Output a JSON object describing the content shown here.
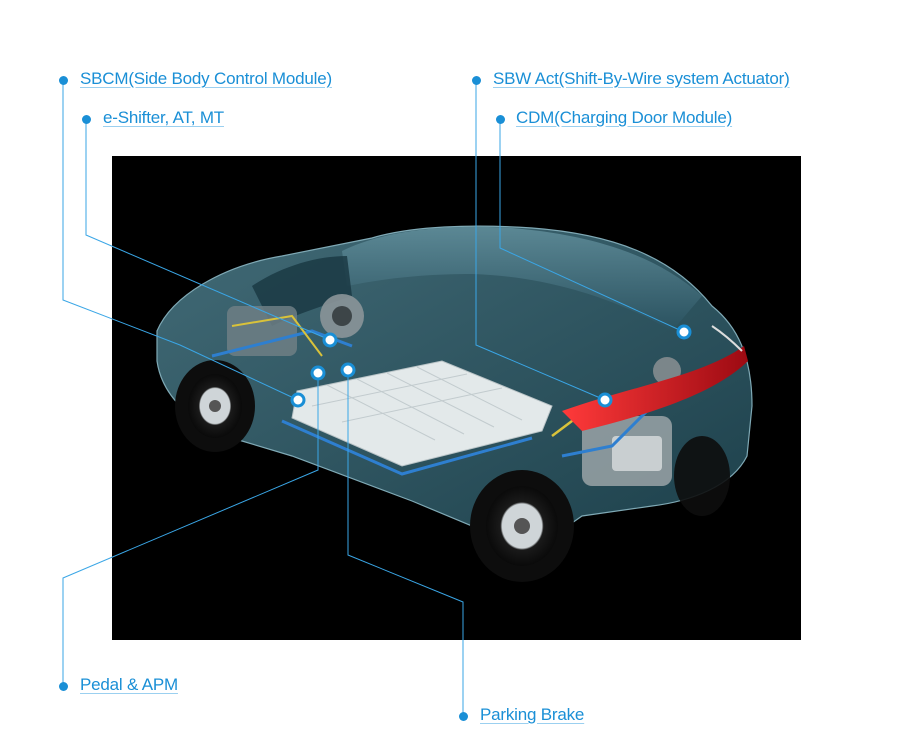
{
  "labels": {
    "sbcm": "SBCM(Side Body Control Module)",
    "eshifter": "e-Shifter, AT, MT",
    "sbw": "SBW Act(Shift-By-Wire system Actuator)",
    "cdm": "CDM(Charging Door Module)",
    "pedal": "Pedal & APM",
    "parking": "Parking Brake"
  },
  "colors": {
    "accent": "#1a8fd6",
    "leader_line": "#3aa6e6",
    "photo_background": "#000000",
    "body_glass": "#2d5866",
    "battery": "#dfe6e8",
    "tail_light": "#c0101a"
  }
}
